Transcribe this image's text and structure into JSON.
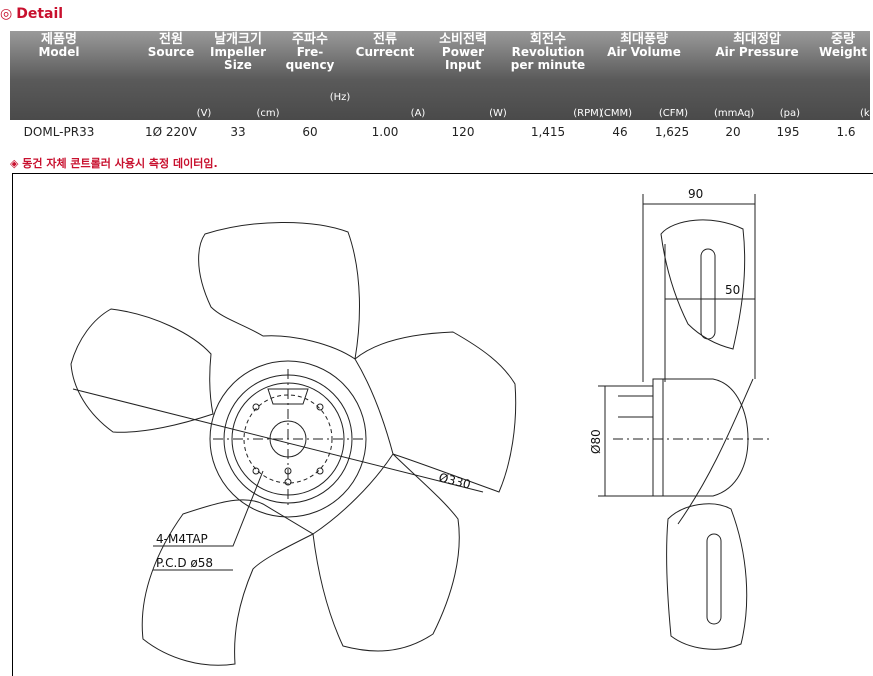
{
  "title": {
    "glyph": "◎",
    "text": "Detail"
  },
  "columns": [
    {
      "ko": "제품명",
      "en": "Model",
      "unit": ""
    },
    {
      "ko": "전원",
      "en": "Source",
      "unit": "(V)"
    },
    {
      "ko": "날개크기",
      "en": "Impeller Size",
      "unit": "(cm)"
    },
    {
      "ko": "주파수",
      "en": "Fre-quency",
      "unit": "(Hz)"
    },
    {
      "ko": "전류",
      "en": "Currecnt",
      "unit": "(A)"
    },
    {
      "ko": "소비전력",
      "en": "Power Input",
      "unit": "(W)"
    },
    {
      "ko": "회전수",
      "en": "Revolution per minute",
      "unit": "(RPM)"
    },
    {
      "ko": "최대풍량",
      "en": "Air Volume",
      "units": [
        "(CMM)",
        "(CFM)"
      ]
    },
    {
      "ko": "최대정압",
      "en": "Air Pressure",
      "units": [
        "(mmAq)",
        "(pa)"
      ]
    },
    {
      "ko": "중량",
      "en": "Weight",
      "unit": "(kg)"
    }
  ],
  "row": [
    "DOML-PR33",
    "1Ø 220V",
    "33",
    "60",
    "1.00",
    "120",
    "1,415",
    "46",
    "1,625",
    "20",
    "195",
    "1.6"
  ],
  "note": "◈ 동건 자체 콘트롤러 사용시 측정 데이터임.",
  "drawing": {
    "diameter": "Ø330",
    "tap": "4-M4TAP",
    "pcd": "P.C.D ø58",
    "width_total": "90",
    "width_inner": "50",
    "hub_diameter": "Ø80"
  }
}
